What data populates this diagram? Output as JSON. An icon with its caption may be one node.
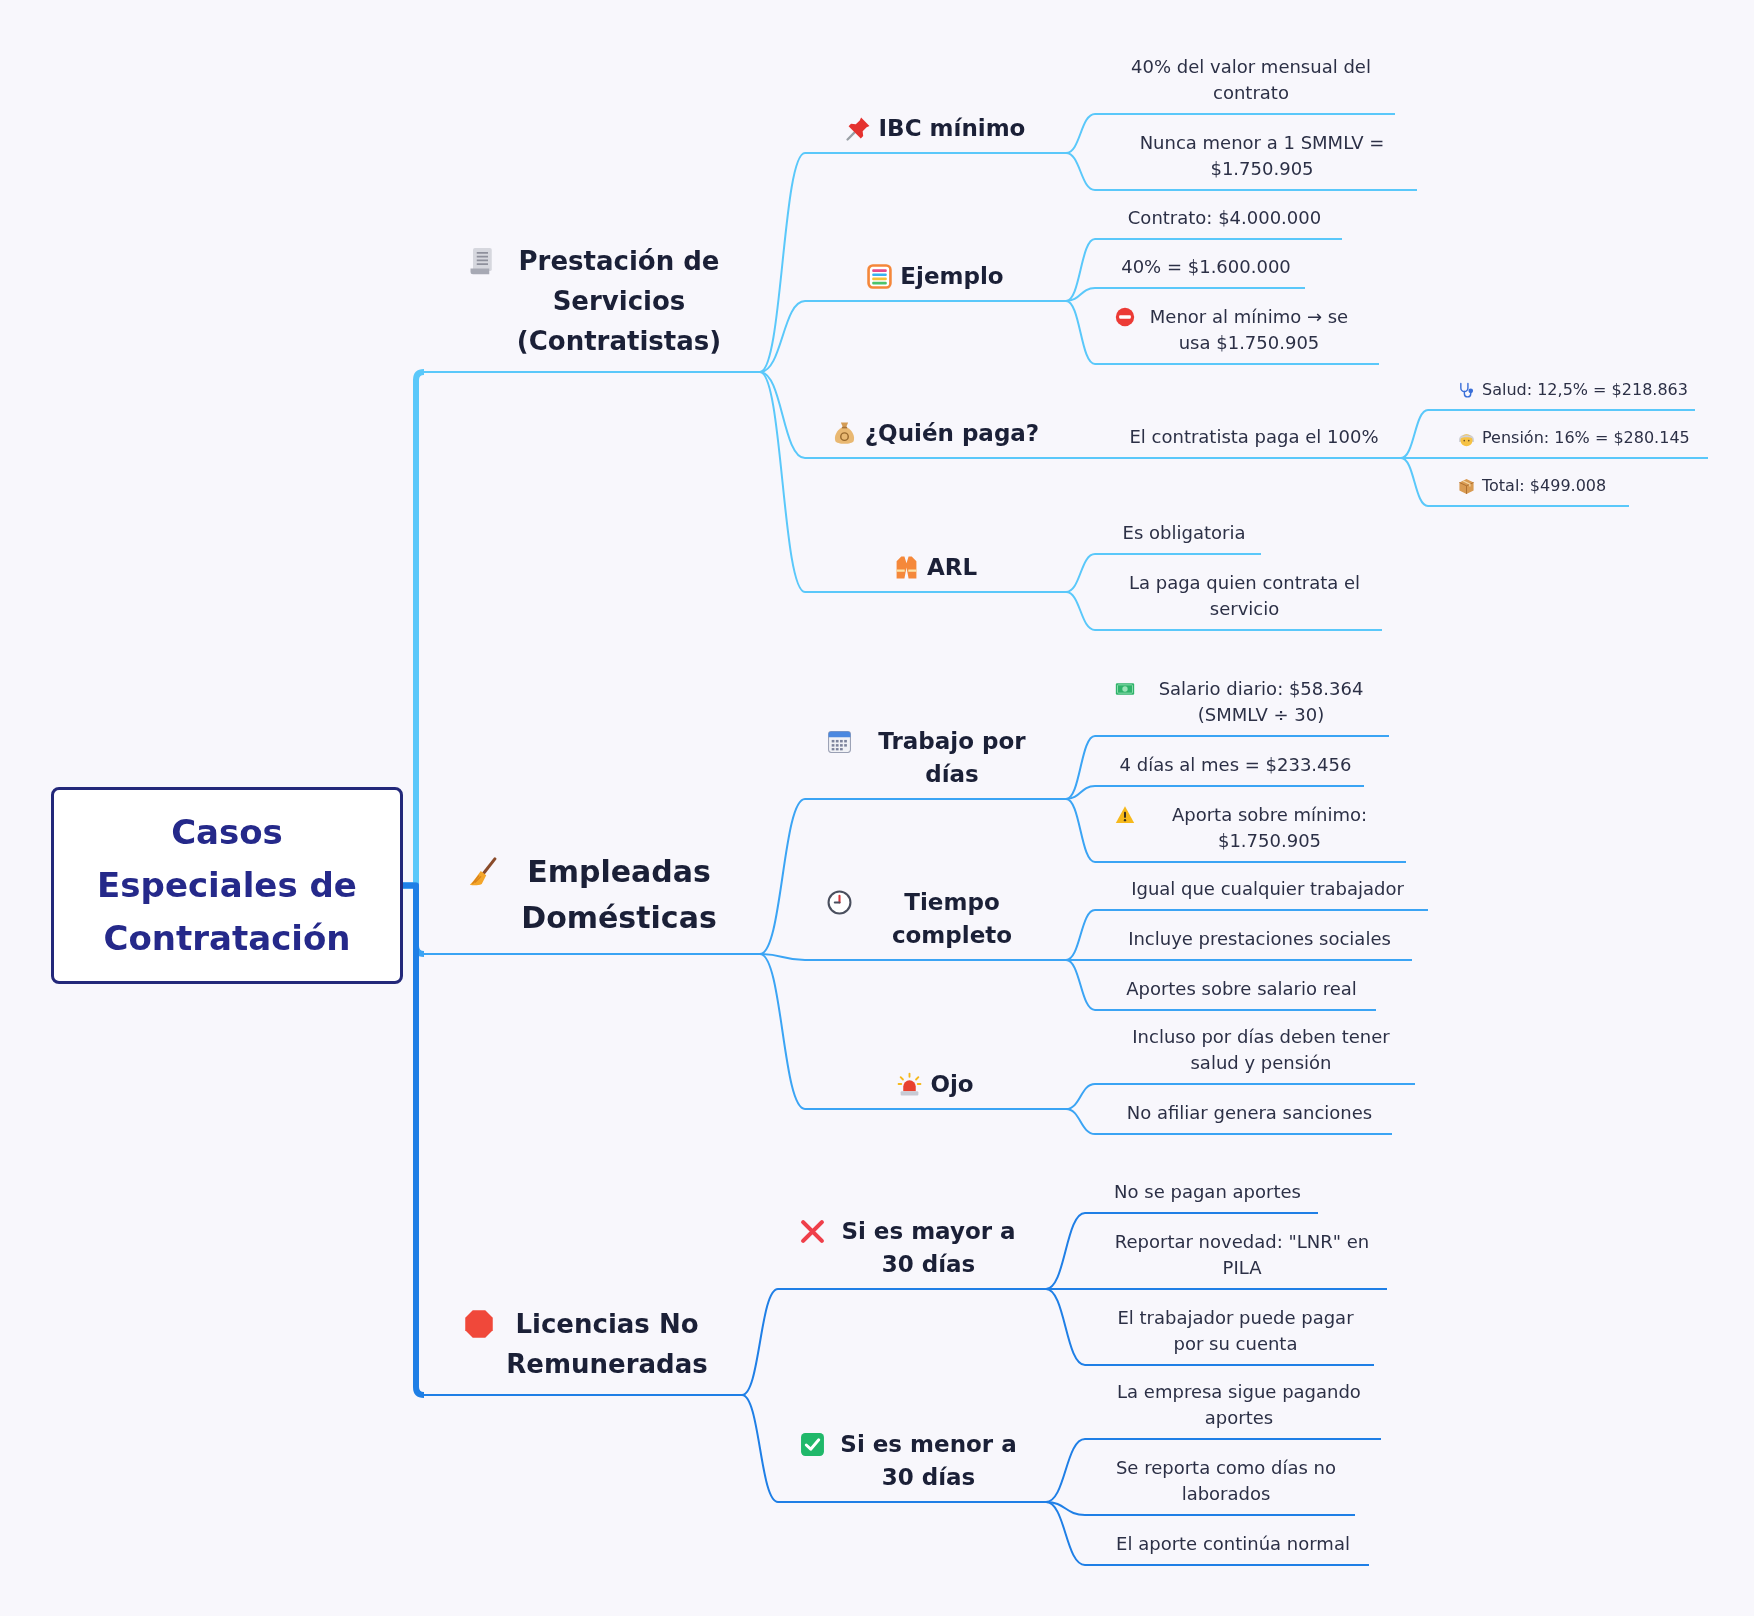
{
  "diagram": {
    "nodes": [
      {
        "text": [
          "Casos Especiales de Contratación"
        ]
      },
      {
        "text": [
          "Prestación de Servicios (Contratistas)"
        ]
      },
      {
        "text": [
          "IBC mínimo"
        ]
      },
      {
        "text": [
          "40% del valor mensual del contrato"
        ]
      },
      {
        "text": [
          "Nunca menor a 1 SMMLV = $1.750.905"
        ]
      },
      {
        "text": [
          "Ejemplo"
        ]
      },
      {
        "text": [
          "Contrato: $4.000.000"
        ]
      },
      {
        "text": [
          "40% = $1.600.000"
        ]
      },
      {
        "text": [
          "Menor al mínimo → se usa $1.750.905"
        ]
      },
      {
        "text": [
          "¿Quién paga?"
        ]
      },
      {
        "text": [
          "El contratista paga el 100%"
        ]
      },
      {
        "text": [
          "Salud: 12,5% = $218.863"
        ]
      },
      {
        "text": [
          "Pensión: 16% = $280.145"
        ]
      },
      {
        "text": [
          "Total: $499.008"
        ]
      },
      {
        "text": [
          "ARL"
        ]
      },
      {
        "text": [
          "Es obligatoria"
        ]
      },
      {
        "text": [
          "La paga quien contrata el servicio"
        ]
      },
      {
        "text": [
          "Empleadas Domésticas"
        ]
      },
      {
        "text": [
          "Trabajo por días"
        ]
      },
      {
        "text": [
          "Salario diario: $58.364 (SMMLV ÷ 30)"
        ]
      },
      {
        "text": [
          "4 días al mes = $233.456"
        ]
      },
      {
        "text": [
          "Aporta sobre mínimo: $1.750.905"
        ]
      },
      {
        "text": [
          "Tiempo completo"
        ]
      },
      {
        "text": [
          "Igual que cualquier trabajador"
        ]
      },
      {
        "text": [
          "Incluye prestaciones sociales"
        ]
      },
      {
        "text": [
          "Aportes sobre salario real"
        ]
      },
      {
        "text": [
          "Ojo"
        ]
      },
      {
        "text": [
          "Incluso por días deben tener salud y pensión"
        ]
      },
      {
        "text": [
          "No afiliar genera sanciones"
        ]
      },
      {
        "text": [
          "Licencias No Remuneradas"
        ]
      },
      {
        "text": [
          "Si es mayor a 30 días"
        ]
      },
      {
        "text": [
          "No se pagan aportes"
        ]
      },
      {
        "text": [
          "Reportar novedad: \"LNR\" en PILA"
        ]
      },
      {
        "text": [
          "El trabajador puede pagar por su cuenta"
        ]
      },
      {
        "text": [
          "Si es menor a 30 días"
        ]
      },
      {
        "text": [
          "La empresa sigue pagando aportes"
        ]
      },
      {
        "text": [
          "Se reporta como días no laborados"
        ]
      },
      {
        "text": [
          "El aporte continúa normal"
        ]
      }
    ],
    "edges": [
      {
        "from": 0,
        "to": 1,
        "arrow": "none",
        "style": "thick"
      },
      {
        "from": 0,
        "to": 17,
        "arrow": "none",
        "style": "thick",
        "color": "#3ba4f4"
      },
      {
        "from": 0,
        "to": 29,
        "arrow": "none",
        "style": "thick",
        "color": "#1f7fe6"
      },
      {
        "from": 1,
        "to": 2,
        "arrow": "none"
      },
      {
        "from": 1,
        "to": 5,
        "arrow": "none"
      },
      {
        "from": 1,
        "to": 9,
        "arrow": "none"
      },
      {
        "from": 1,
        "to": 14,
        "arrow": "none"
      },
      {
        "from": 2,
        "to": 3,
        "arrow": "none"
      },
      {
        "from": 2,
        "to": 4,
        "arrow": "none"
      },
      {
        "from": 5,
        "to": 6,
        "arrow": "none"
      },
      {
        "from": 5,
        "to": 7,
        "arrow": "none"
      },
      {
        "from": 5,
        "to": 8,
        "arrow": "none"
      },
      {
        "from": 9,
        "to": 10,
        "arrow": "none"
      },
      {
        "from": 10,
        "to": 11,
        "arrow": "none"
      },
      {
        "from": 10,
        "to": 12,
        "arrow": "none"
      },
      {
        "from": 10,
        "to": 13,
        "arrow": "none"
      },
      {
        "from": 14,
        "to": 15,
        "arrow": "none"
      },
      {
        "from": 14,
        "to": 16,
        "arrow": "none"
      },
      {
        "from": 17,
        "to": 18,
        "arrow": "none",
        "color": "#3ba4f4"
      },
      {
        "from": 17,
        "to": 22,
        "arrow": "none",
        "color": "#3ba4f4"
      },
      {
        "from": 17,
        "to": 26,
        "arrow": "none",
        "color": "#3ba4f4"
      },
      {
        "from": 18,
        "to": 19,
        "arrow": "none",
        "color": "#3ba4f4"
      },
      {
        "from": 18,
        "to": 20,
        "arrow": "none",
        "color": "#3ba4f4"
      },
      {
        "from": 18,
        "to": 21,
        "arrow": "none",
        "color": "#3ba4f4"
      },
      {
        "from": 22,
        "to": 23,
        "arrow": "none",
        "color": "#3ba4f4"
      },
      {
        "from": 22,
        "to": 24,
        "arrow": "none",
        "color": "#3ba4f4"
      },
      {
        "from": 22,
        "to": 25,
        "arrow": "none",
        "color": "#3ba4f4"
      },
      {
        "from": 26,
        "to": 27,
        "arrow": "none",
        "color": "#3ba4f4"
      },
      {
        "from": 26,
        "to": 28,
        "arrow": "none",
        "color": "#3ba4f4"
      },
      {
        "from": 29,
        "to": 30,
        "arrow": "none",
        "color": "#1f7fe6"
      },
      {
        "from": 29,
        "to": 34,
        "arrow": "none",
        "color": "#1f7fe6"
      },
      {
        "from": 30,
        "to": 31,
        "arrow": "none",
        "color": "#1f7fe6"
      },
      {
        "from": 30,
        "to": 32,
        "arrow": "none",
        "color": "#1f7fe6"
      },
      {
        "from": 30,
        "to": 33,
        "arrow": "none",
        "color": "#1f7fe6"
      },
      {
        "from": 34,
        "to": 35,
        "arrow": "none",
        "color": "#1f7fe6"
      },
      {
        "from": 34,
        "to": 36,
        "arrow": "none",
        "color": "#1f7fe6"
      },
      {
        "from": 34,
        "to": 37,
        "arrow": "none",
        "color": "#1f7fe6"
      }
    ]
  }
}
